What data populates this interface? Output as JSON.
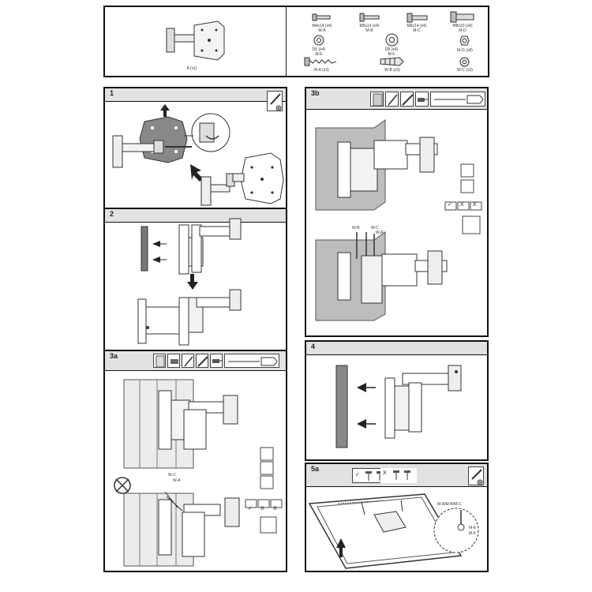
{
  "parts": {
    "bracket": "A (x1)",
    "screws": [
      {
        "line1": "M4x14 (x4)",
        "line2": "M-A"
      },
      {
        "line1": "M5x14 (x4)",
        "line2": "M-B"
      },
      {
        "line1": "M6x14 (x4)",
        "line2": "M-C"
      },
      {
        "line1": "M8x20 (x4)",
        "line2": "M-D"
      }
    ],
    "washers": [
      {
        "line1": "D5 (x4)",
        "line2": "M-E"
      },
      {
        "line1": "D8 (x4)",
        "line2": "M-F"
      },
      {
        "line1": "M-G (x8)",
        "line2": ""
      }
    ],
    "wall": [
      {
        "label": "W-A (x3)"
      },
      {
        "label": "W-B (x3)"
      },
      {
        "label": "W-C (x3)"
      }
    ]
  },
  "steps": {
    "s1": "1",
    "s2": "2",
    "s3a": "3a",
    "s3b": "3b",
    "s4": "4",
    "s5a": "5a"
  },
  "labels": {
    "wc": "W-C",
    "wa": "W-A",
    "wb": "W-B",
    "ma_mb_mc": "M-A/M-B/M-C",
    "me": "M-E",
    "mf": "M-F"
  },
  "marks": {
    "check": "✓",
    "cross": "X"
  }
}
